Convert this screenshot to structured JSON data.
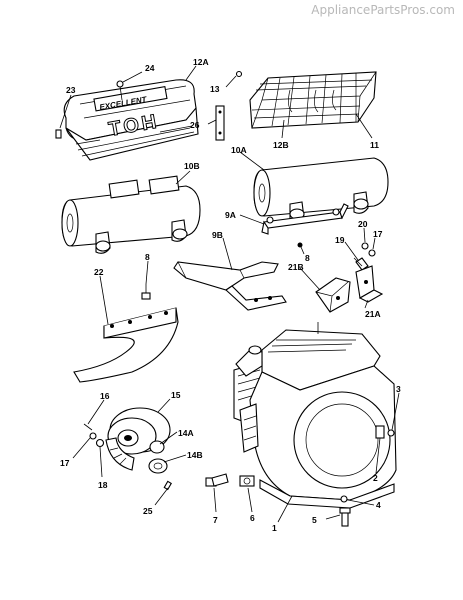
{
  "watermark": "AppliancePartsPros.com",
  "plate": {
    "brand": "EXCELLENT",
    "model": "TOH"
  },
  "labels": {
    "p24": "24",
    "p12a": "12A",
    "p23": "23",
    "p13": "13",
    "p26": "26",
    "p12b": "12B",
    "p11": "11",
    "p10b": "10B",
    "p10a": "10A",
    "p9a": "9A",
    "p20": "20",
    "p17a": "17",
    "p19": "19",
    "p8a": "8",
    "p9b": "9B",
    "p8b": "8",
    "p21b": "21B",
    "p22": "22",
    "p21a": "21A",
    "p3": "3",
    "p16": "16",
    "p15": "15",
    "p14a": "14A",
    "p17b": "17",
    "p18": "18",
    "p14b": "14B",
    "p2": "2",
    "p1": "1",
    "p4": "4",
    "p25": "25",
    "p7": "7",
    "p6": "6",
    "p5": "5"
  }
}
